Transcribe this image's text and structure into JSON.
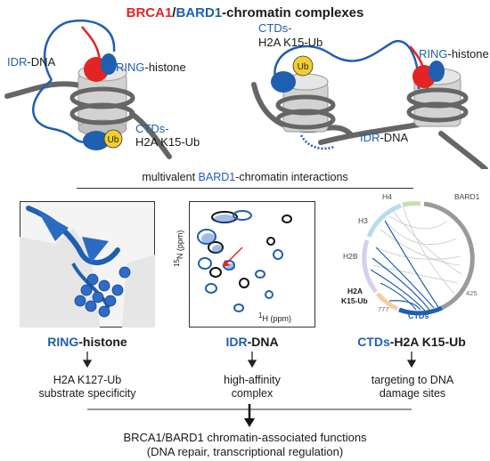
{
  "title": {
    "part1": "BRCA1",
    "sep": "/",
    "part2": "BARD1",
    "rest": "-chromatin complexes"
  },
  "left_schematic": {
    "idr_a": "IDR",
    "idr_b": "-DNA",
    "ring_a": "RING",
    "ring_b": "-histone",
    "ctds_a": "CTDs-",
    "ctds_b": "H2A K15-Ub",
    "ub": "Ub"
  },
  "right_schematic": {
    "ctds_a": "CTDs-",
    "ctds_b": "H2A K15-Ub",
    "ring_a": "RING",
    "ring_b": "-histone",
    "idr_a": "IDR",
    "idr_b": "-DNA",
    "ub": "Ub"
  },
  "middle_heading": {
    "pre": "multivalent ",
    "bard": "BARD1",
    "post": "-chromatin interactions"
  },
  "nmr": {
    "n_axis_sup": "15",
    "n_axis": "N (ppm)",
    "h_axis_sup": "1",
    "h_axis": "H (ppm)"
  },
  "circos": {
    "h4": "H4",
    "bard1": "BARD1",
    "h3": "H3",
    "h2b": "H2B",
    "h2a": "H2A",
    "k15": "K15-Ub",
    "n425": "425",
    "n777": "777",
    "ctds": "CTDs"
  },
  "panels": [
    {
      "title_a": "RING",
      "title_b": "-histone",
      "desc1": "H2A K127-Ub",
      "desc2": "substrate specificity"
    },
    {
      "title_a": "IDR",
      "title_b": "-DNA",
      "desc1": "high-affinity",
      "desc2": "complex"
    },
    {
      "title_a": "CTDs",
      "title_b": "-H2A K15-Ub",
      "desc1": "targeting to DNA",
      "desc2": "damage sites"
    }
  ],
  "conclusion": {
    "line1": "BRCA1/BARD1 chromatin-associated functions",
    "line2": "(DNA repair, transcriptional regulation)"
  },
  "colors": {
    "brca1": "#e32424",
    "bard1": "#1f5fb0",
    "ub": "#f2cf2e",
    "nucleosome": "#cfcfcf",
    "dna": "#666666"
  }
}
